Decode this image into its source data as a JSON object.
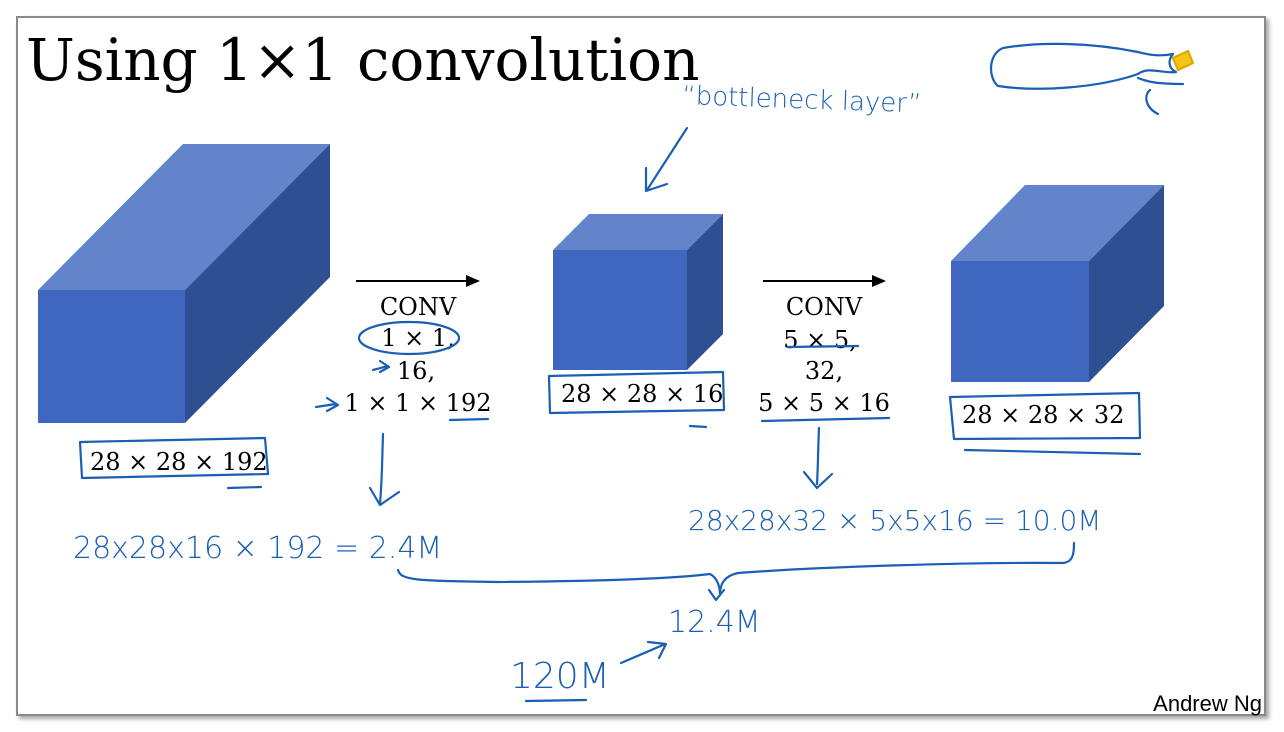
{
  "title": "Using 1×1 convolution",
  "footer": "Andrew Ng",
  "colors": {
    "cube_front": "#3f67bf",
    "cube_top": "#6184ca",
    "cube_side": "#2f4f93",
    "ink": "#1a5fb4"
  },
  "volumes": [
    {
      "label": "28 × 28 × 192"
    },
    {
      "label": "28 × 28 × 16"
    },
    {
      "label": "28 × 28 × 32"
    }
  ],
  "conv1": {
    "name": "CONV",
    "filter": "1 × 1,",
    "count": "16,",
    "dims": "1 × 1 × 192"
  },
  "conv2": {
    "name": "CONV",
    "filter": "5 × 5,",
    "count": "32,",
    "dims": "5 × 5 × 16"
  },
  "notes": {
    "bottleneck": "“bottleneck layer”",
    "cost1": "28x28x16 × 192 = 2.4M",
    "cost2": "28x28x32 × 5x5x16 = 10.0M",
    "total": "12.4M",
    "compare": "120M"
  }
}
